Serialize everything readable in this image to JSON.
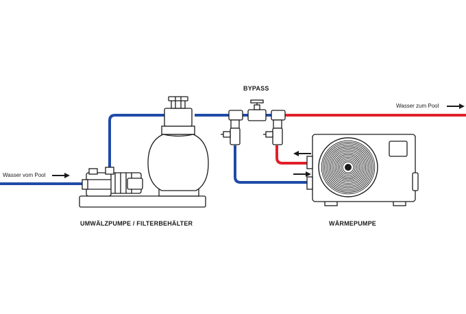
{
  "labels": {
    "bypass": "BYPASS",
    "water_from_pool": "Wasser vom Pool",
    "water_to_pool": "Wasser zum Pool",
    "pump_filter": "UMWÄLZPUMPE / FILTERBEHÄLTER",
    "heat_pump": "WÄRMEPUMPE"
  },
  "colors": {
    "cold_pipe": "#1f4aa8",
    "hot_pipe": "#e0202a",
    "outline": "#1a1a1a"
  }
}
